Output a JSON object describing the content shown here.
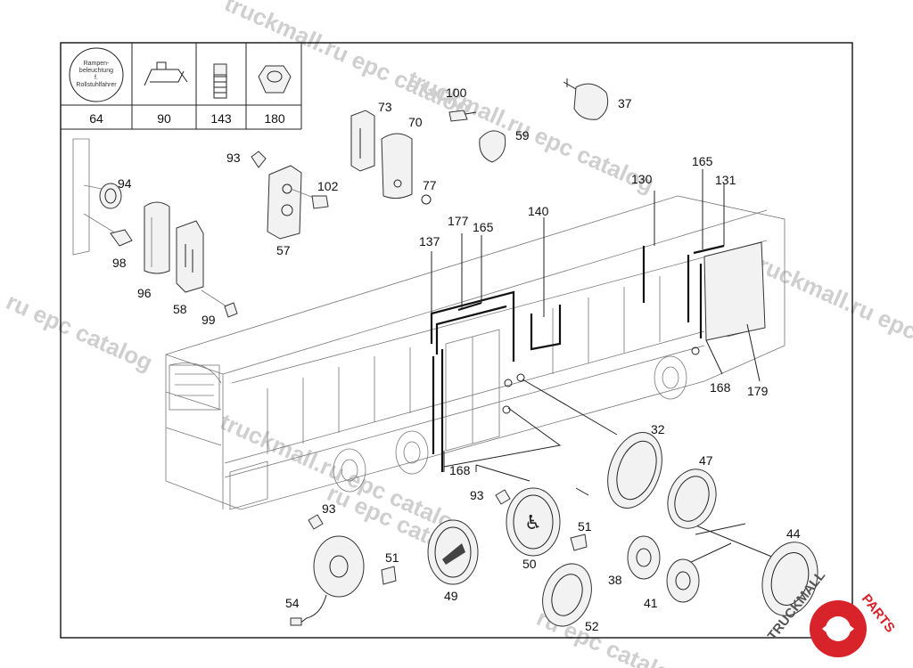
{
  "diagram": {
    "legend_boxes": [
      {
        "label": "64",
        "note": "Rampen-\nbeleuchtung\nf.\nRollstuhlfahrer"
      },
      {
        "label": "90"
      },
      {
        "label": "143"
      },
      {
        "label": "180"
      }
    ],
    "labels": {
      "p37": "37",
      "p100": "100",
      "p59": "59",
      "p73": "73",
      "p70": "70",
      "p77": "77",
      "p93a": "93",
      "p102": "102",
      "p57": "57",
      "p94": "94",
      "p98": "98",
      "p96": "96",
      "p58": "58",
      "p99": "99",
      "p130": "130",
      "p165a": "165",
      "p131": "131",
      "p177": "177",
      "p165b": "165",
      "p137": "137",
      "p140": "140",
      "p168a": "168",
      "p179": "179",
      "p32": "32",
      "p47": "47",
      "p168b": "168",
      "p93b": "93",
      "p93c": "93",
      "p51a": "51",
      "p51b": "51",
      "p50": "50",
      "p49": "49",
      "p54": "54",
      "p52": "52",
      "p38": "38",
      "p41": "41",
      "p44": "44"
    },
    "watermarks": [
      "truckmall.ru epc catalog",
      "truckmall.ru epc catalog",
      "ru epc catalog",
      "truckmall.ru epc catalog",
      "truckmall.ru epc catalog",
      "ru epc catalog",
      "ru epc catalog"
    ],
    "logo": {
      "left": "TRUCKMALL",
      "right": "PARTS",
      "accent": "#d8232a"
    }
  }
}
